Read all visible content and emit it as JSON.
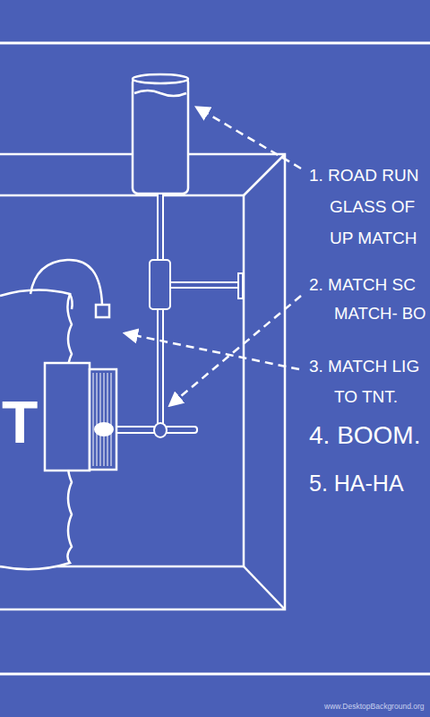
{
  "diagram": {
    "labels": [
      "1. ROAD RUN",
      "GLASS OF",
      "UP MATCH",
      "2. MATCH SC",
      "MATCH- BO",
      "3. MATCH LIG",
      "TO TNT.",
      "4. BOOM.",
      "5. HA-HA",
      "T",
      "www.DesktopBackground.org"
    ]
  }
}
